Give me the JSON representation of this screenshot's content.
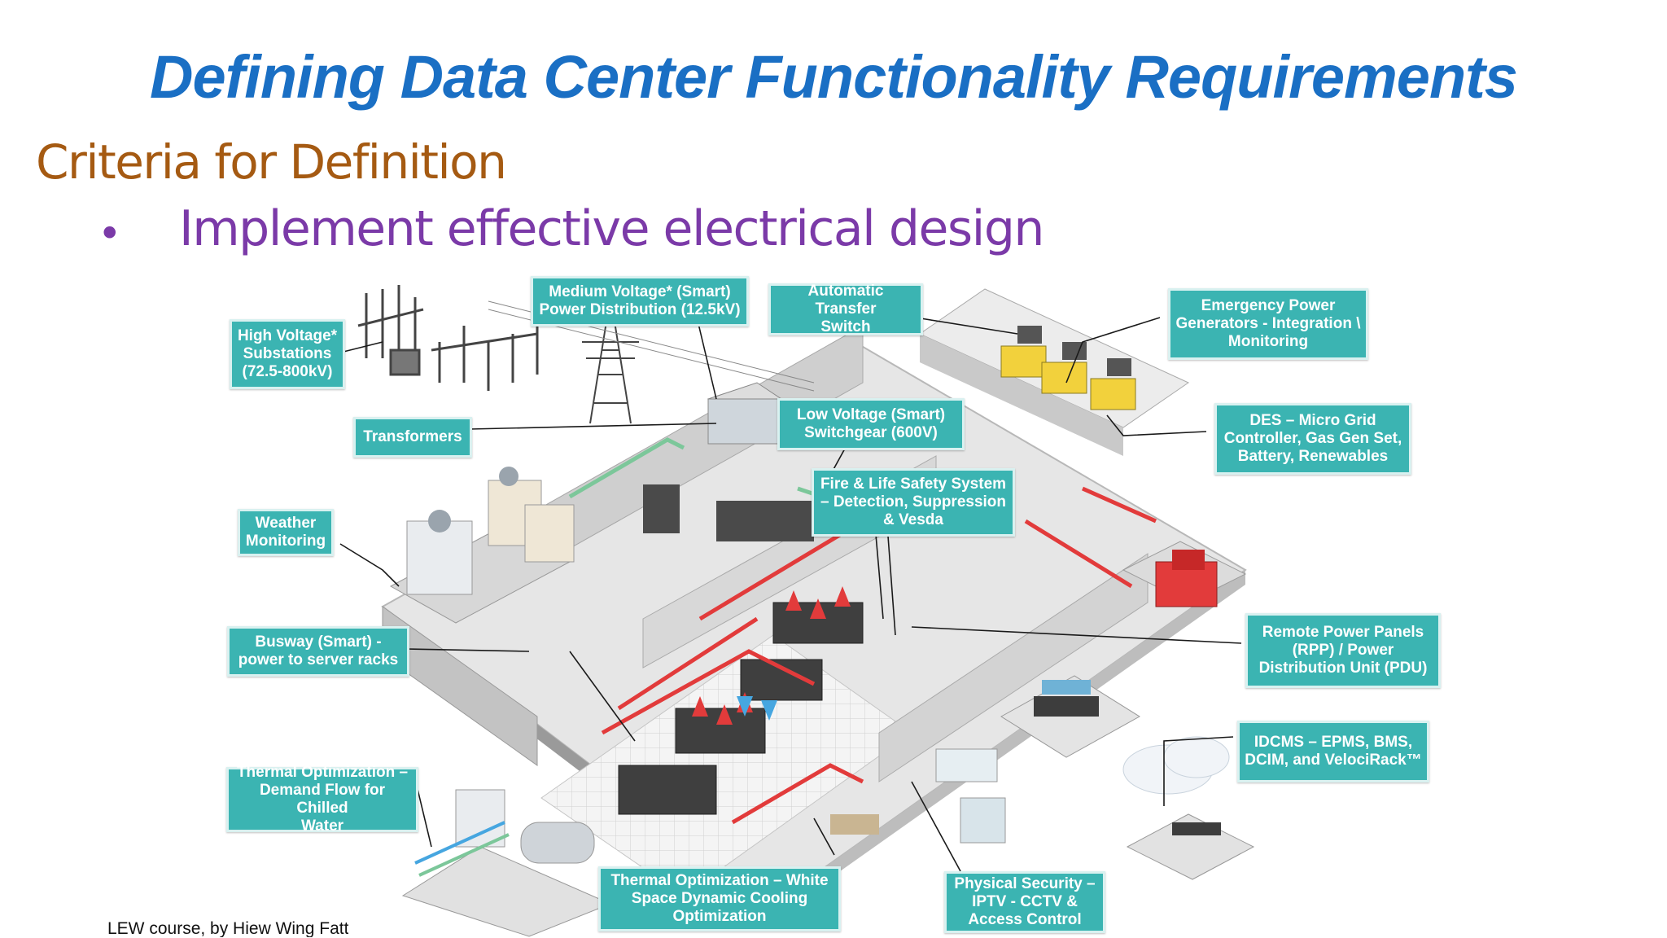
{
  "slide": {
    "title": "Defining Data Center Functionality Requirements",
    "subtitle": "Criteria for Definition",
    "bullet": "Implement effective electrical design",
    "footer": "LEW course, by Hiew Wing Fatt"
  },
  "labels": {
    "high_voltage": "High Voltage*\nSubstations\n(72.5-800kV)",
    "medium_voltage": "Medium Voltage* (Smart)\nPower Distribution (12.5kV)",
    "ats": "Automatic Transfer\nSwitch",
    "emergency_power": "Emergency Power\nGenerators - Integration \\\nMonitoring",
    "transformers": "Transformers",
    "low_voltage": "Low Voltage (Smart)\nSwitchgear (600V)",
    "des": "DES – Micro Grid\nController, Gas Gen Set,\nBattery, Renewables",
    "fire_safety": "Fire & Life Safety System\n– Detection, Suppression\n& Vesda",
    "weather": "Weather\nMonitoring",
    "busway": "Busway (Smart) -\npower to server racks",
    "rpp": "Remote Power Panels\n(RPP) / Power\nDistribution Unit (PDU)",
    "idcms": "IDCMS – EPMS, BMS,\nDCIM, and VelociRack™",
    "thermal_chilled": "Thermal Optimization –\nDemand Flow for Chilled\nWater",
    "thermal_white": "Thermal Optimization – White\nSpace Dynamic Cooling\nOptimization",
    "physical_security": "Physical Security –\nIPTV - CCTV &\nAccess Control"
  },
  "colors": {
    "title": "#1a6fc4",
    "subtitle": "#a55a12",
    "bullet": "#7b3aa8",
    "label_fill": "#3bb4b2",
    "pipe_red": "#e23b3b",
    "pipe_green": "#7cc79a"
  }
}
